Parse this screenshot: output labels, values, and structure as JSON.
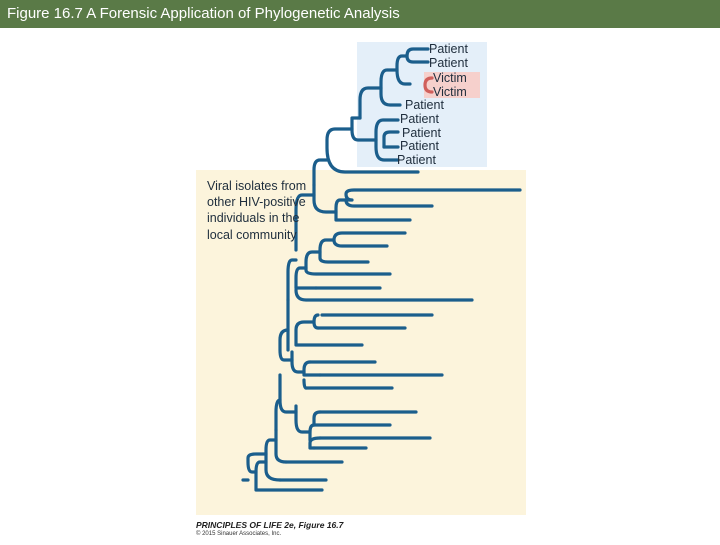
{
  "header": {
    "title": "Figure 16.7 A Forensic Application of Phylogenetic Analysis",
    "background_color": "#5a7a47"
  },
  "diagram": {
    "tip_labels": {
      "patient_1": "Patient",
      "patient_2": "Patient",
      "victim_1": "Victim",
      "victim_2": "Victim",
      "patient_3": "Patient",
      "patient_4": "Patient",
      "patient_5": "Patient",
      "patient_6": "Patient",
      "patient_7": "Patient"
    },
    "community_note": "Viral isolates from other HIV-positive individuals in the local community",
    "colors": {
      "branch": "#1b5e8c",
      "patient_region": "#e4eff9",
      "community_region": "#fcf4dc",
      "victim_highlight": "#f6d0cc",
      "victim_branch": "#d0605c"
    }
  },
  "credit": {
    "book": "PRINCIPLES OF LIFE 2e, Figure 16.7",
    "copyright": "© 2015 Sinauer Associates, Inc."
  }
}
